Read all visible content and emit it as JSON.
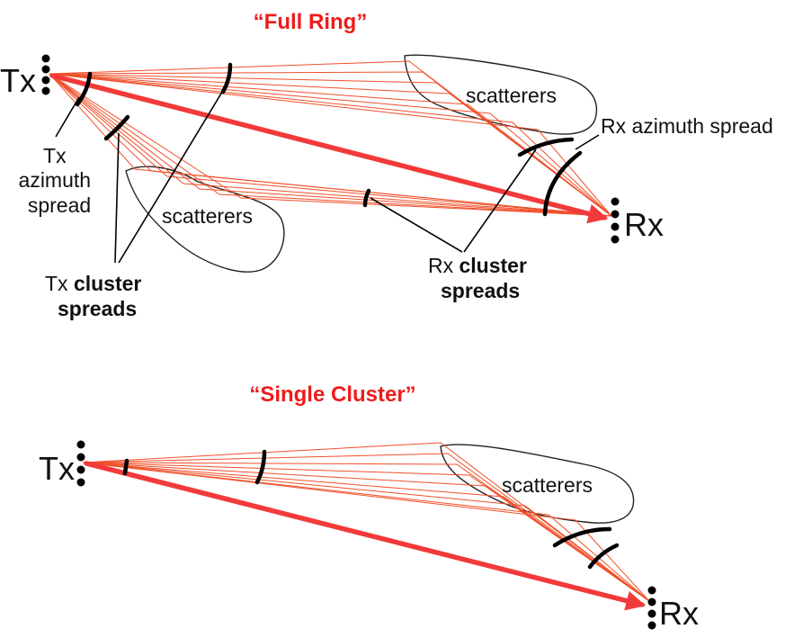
{
  "panels": {
    "full_ring": {
      "title": "“Full Ring”",
      "tx_label": "Tx",
      "rx_label": "Rx",
      "scatterers_top": "scatterers",
      "scatterers_bottom": "scatterers",
      "rx_azimuth_spread": "Rx azimuth spread",
      "tx_azimuth_spread": [
        "Tx",
        "azimuth",
        "spread"
      ],
      "tx_cluster_spreads": {
        "line1_plain": "Tx ",
        "line1_bold": "cluster",
        "line2_bold": "spreads"
      },
      "rx_cluster_spreads": {
        "line1_plain": "Rx ",
        "line1_bold": "cluster",
        "line2_bold": "spreads"
      }
    },
    "single_cluster": {
      "title": "“Single Cluster”",
      "tx_label": "Tx",
      "rx_label": "Rx",
      "scatterers": "scatterers"
    }
  },
  "colors": {
    "title": "#ee1c1c",
    "rays": "#f0502a",
    "line_of_sight": "#f23a3a",
    "ink": "#000000"
  }
}
